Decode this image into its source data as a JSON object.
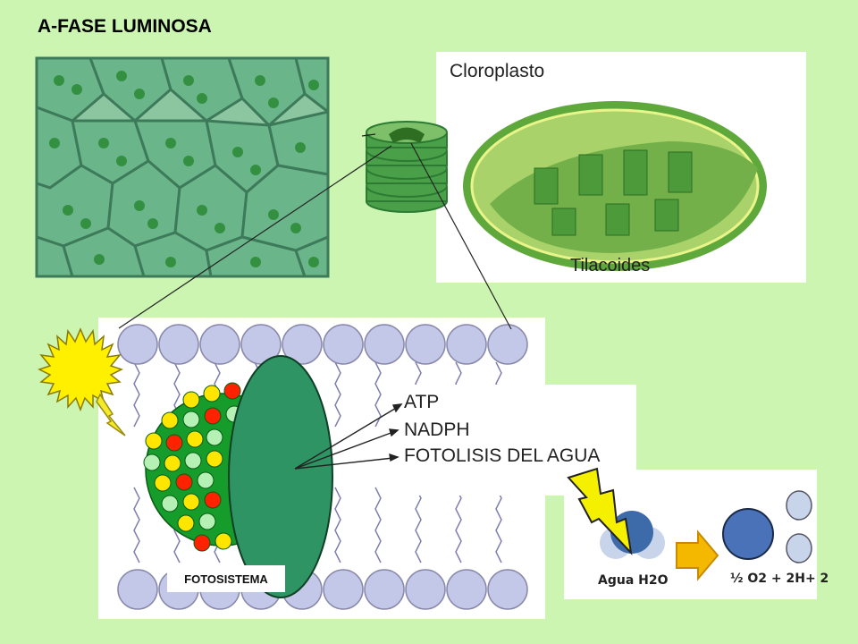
{
  "title": "A-FASE LUMINOSA",
  "chloroplast": {
    "label": "Cloroplasto",
    "thylakoid_label": "Tilacoides"
  },
  "membrane": {
    "photosystem_label": "FOTOSISTEMA"
  },
  "products": [
    "ATP",
    "NADPH",
    "FOTOLISIS DEL AGUA"
  ],
  "water": {
    "left_label": "Agua H2O",
    "right_label": "½ O2 + 2H+ 2"
  },
  "colors": {
    "background": "#ccf5b2",
    "photosystem": "#2e9463",
    "sun": "#fff000"
  }
}
